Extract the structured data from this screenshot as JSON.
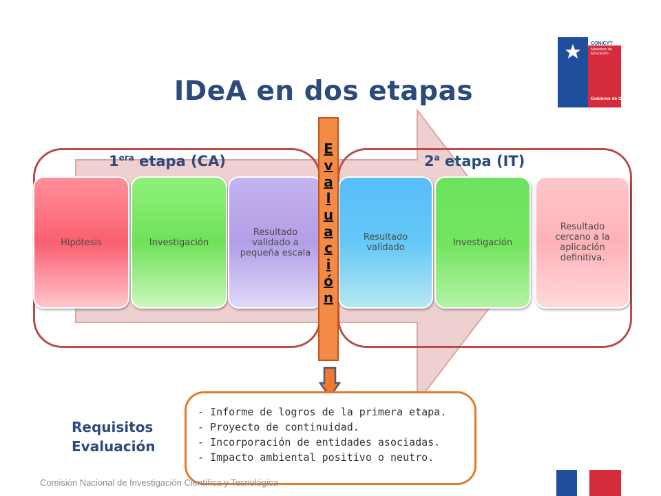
{
  "brand": {
    "org": "CONICYT",
    "ministry": "Ministerio de Educación",
    "government": "Gobierno de Chile"
  },
  "title": "IDeA en dos etapas",
  "stage1": {
    "label_main": "1",
    "label_sup": "era",
    "label_rest": " etapa (CA)",
    "cards": [
      "Hipótesis",
      "Investigación",
      "Resultado validado a pequeña escala"
    ]
  },
  "stage2": {
    "label_main": "2",
    "label_sup": "a",
    "label_rest": " etapa (IT)",
    "cards": [
      "Resultado validado",
      "Investigación",
      "Resultado cercano a la aplicación definitiva."
    ]
  },
  "evaluation": {
    "letters": [
      "E",
      "v",
      "a",
      "l",
      "u",
      "a",
      "c",
      "i",
      "ó",
      "n"
    ]
  },
  "requirements": {
    "label_line1": "Requisitos",
    "label_line2": "Evaluación",
    "items": [
      "- Informe de logros de la primera etapa.",
      "- Proyecto de continuidad.",
      "- Incorporación de entidades asociadas.",
      "- Impacto ambiental positivo o neutro."
    ]
  },
  "footer": {
    "text": "Comisión Nacional de Investigación Científica y Tecnológica"
  },
  "colors": {
    "title": "#2d4a7c",
    "stage_border": "#b84d4a",
    "evaluation_bar": "#f38a45",
    "requirements_border": "#e27a2a",
    "brand_blue": "#1f4e9c",
    "brand_red": "#d52b3a"
  }
}
